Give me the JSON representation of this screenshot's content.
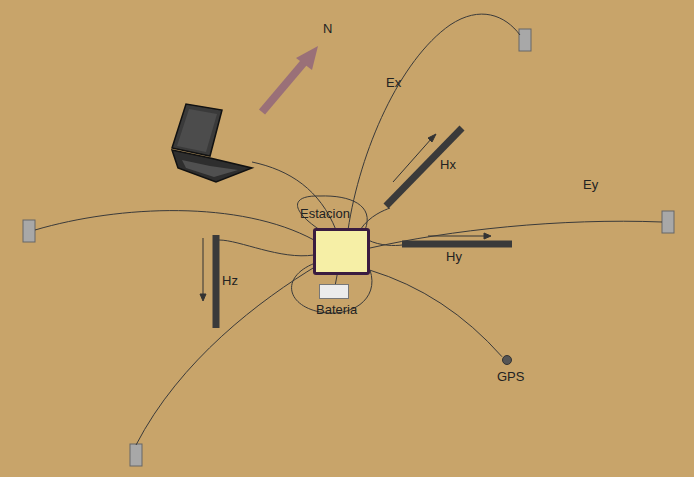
{
  "diagram": {
    "nodes": [
      {
        "text": [
          "Estacion"
        ]
      },
      {
        "text": [
          "Bateria"
        ]
      },
      {
        "text": [
          "GPS"
        ]
      }
    ],
    "edges": [
      {
        "from": 0,
        "to": 1,
        "arrow": "none"
      },
      {
        "from": 0,
        "to": 2,
        "arrow": "none"
      }
    ],
    "labels": [
      "N",
      "Ex",
      "Hx",
      "Ey",
      "Hy",
      "Hz"
    ]
  }
}
